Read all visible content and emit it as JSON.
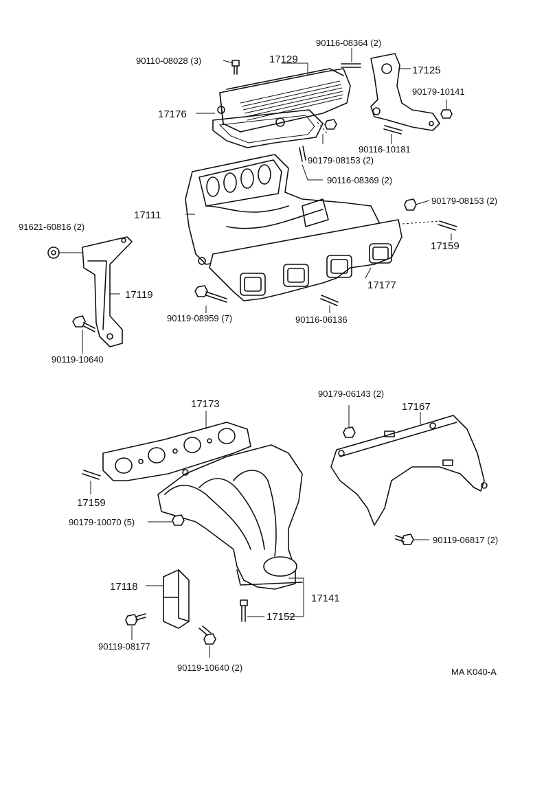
{
  "labels": {
    "p_90110_08028": "90110-08028 (3)",
    "p_17129": "17129",
    "p_90116_08364": "90116-08364 (2)",
    "p_17125": "17125",
    "p_90179_10141": "90179-10141",
    "p_17176": "17176",
    "p_90116_10181": "90116-10181",
    "p_90179_08153_2a": "90179-08153 (2)",
    "p_90116_08369": "90116-08369 (2)",
    "p_90179_08153_2b": "90179-08153 (2)",
    "p_17111": "17111",
    "p_91621_60816": "91621-60816 (2)",
    "p_17159_top": "17159",
    "p_17119": "17119",
    "p_17177": "17177",
    "p_90119_08959": "90119-08959 (7)",
    "p_90116_06136": "90116-06136",
    "p_90119_10640": "90119-10640",
    "p_17173": "17173",
    "p_90179_06143": "90179-06143 (2)",
    "p_17167": "17167",
    "p_17159_bottom": "17159",
    "p_90179_10070": "90179-10070 (5)",
    "p_90119_06817": "90119-06817 (2)",
    "p_17118": "17118",
    "p_17141": "17141",
    "p_17152": "17152",
    "p_90119_08177": "90119-08177",
    "p_90119_10640_2": "90119-10640 (2)",
    "ref_code": "MA K040-A"
  }
}
